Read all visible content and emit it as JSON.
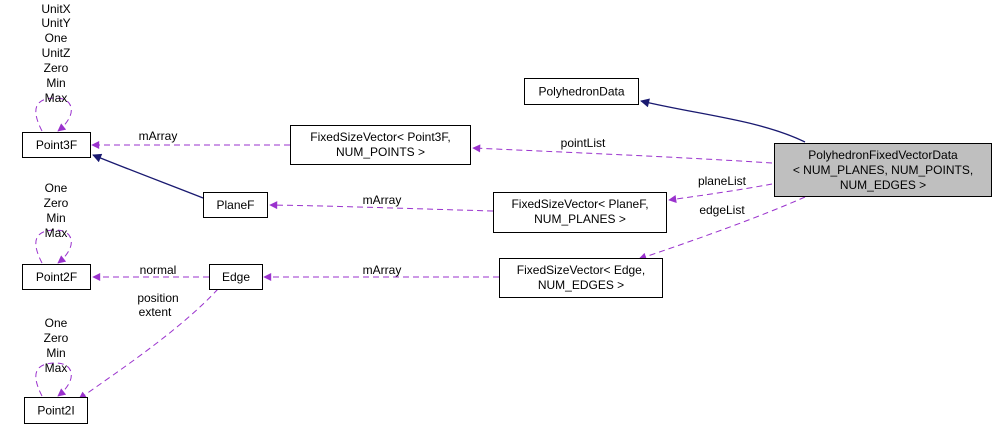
{
  "colors": {
    "usage_edge": "#9a32cd",
    "inheritance_edge": "#191970",
    "highlight_fill": "#bfbfbf"
  },
  "nodes": {
    "polyhedron_data": [
      "PolyhedronData"
    ],
    "polyhedron_fixed_vector_data": [
      "PolyhedronFixedVectorData",
      "< NUM_PLANES, NUM_POINTS,",
      "NUM_EDGES >"
    ],
    "fsv_point3f": [
      "FixedSizeVector< Point3F,",
      "NUM_POINTS >"
    ],
    "fsv_planef": [
      "FixedSizeVector< PlaneF,",
      "NUM_PLANES >"
    ],
    "fsv_edge": [
      "FixedSizeVector< Edge,",
      "NUM_EDGES >"
    ],
    "point3f": [
      "Point3F"
    ],
    "planef": [
      "PlaneF"
    ],
    "edge": [
      "Edge"
    ],
    "point2f": [
      "Point2F"
    ],
    "point2i": [
      "Point2I"
    ]
  },
  "edge_labels": {
    "point3f_self": [
      "UnitX",
      "UnitY",
      "One",
      "UnitZ",
      "Zero",
      "Min",
      "Max"
    ],
    "point2f_self": [
      "One",
      "Zero",
      "Min",
      "Max"
    ],
    "point2i_self": [
      "One",
      "Zero",
      "Min",
      "Max"
    ],
    "fsv_point3f_marray": "mArray",
    "fsv_planef_marray": "mArray",
    "fsv_edge_marray": "mArray",
    "point_list": "pointList",
    "plane_list": "planeList",
    "edge_list": "edgeList",
    "edge_normal": "normal",
    "edge_position_extent": [
      "position",
      "extent"
    ]
  }
}
